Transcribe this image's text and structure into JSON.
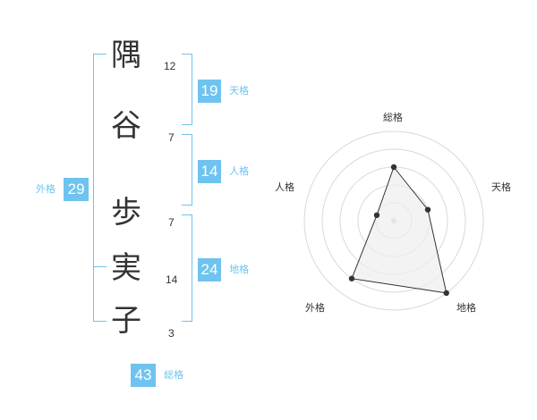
{
  "name": {
    "characters": [
      {
        "char": "隅",
        "strokes": "12"
      },
      {
        "char": "谷",
        "strokes": "7"
      },
      {
        "char": "歩",
        "strokes": "7"
      },
      {
        "char": "実",
        "strokes": "14"
      },
      {
        "char": "子",
        "strokes": "3"
      }
    ]
  },
  "fortunes": {
    "tenkaku": {
      "value": "19",
      "label": "天格"
    },
    "jinkaku": {
      "value": "14",
      "label": "人格"
    },
    "chikaku": {
      "value": "24",
      "label": "地格"
    },
    "gaikaku": {
      "value": "29",
      "label": "外格"
    },
    "soukaku": {
      "value": "43",
      "label": "総格"
    }
  },
  "radar": {
    "axes": [
      "総格",
      "天格",
      "地格",
      "外格",
      "人格"
    ],
    "levels": [
      3,
      2,
      5,
      4,
      1
    ],
    "max_level": 5,
    "colors": {
      "ring": "#d9d9d9",
      "fill": "#eeeeee",
      "line": "#333333",
      "point": "#333333",
      "center": "#cccccc"
    }
  },
  "colors": {
    "accent": "#6fc3ef",
    "text": "#333333"
  }
}
